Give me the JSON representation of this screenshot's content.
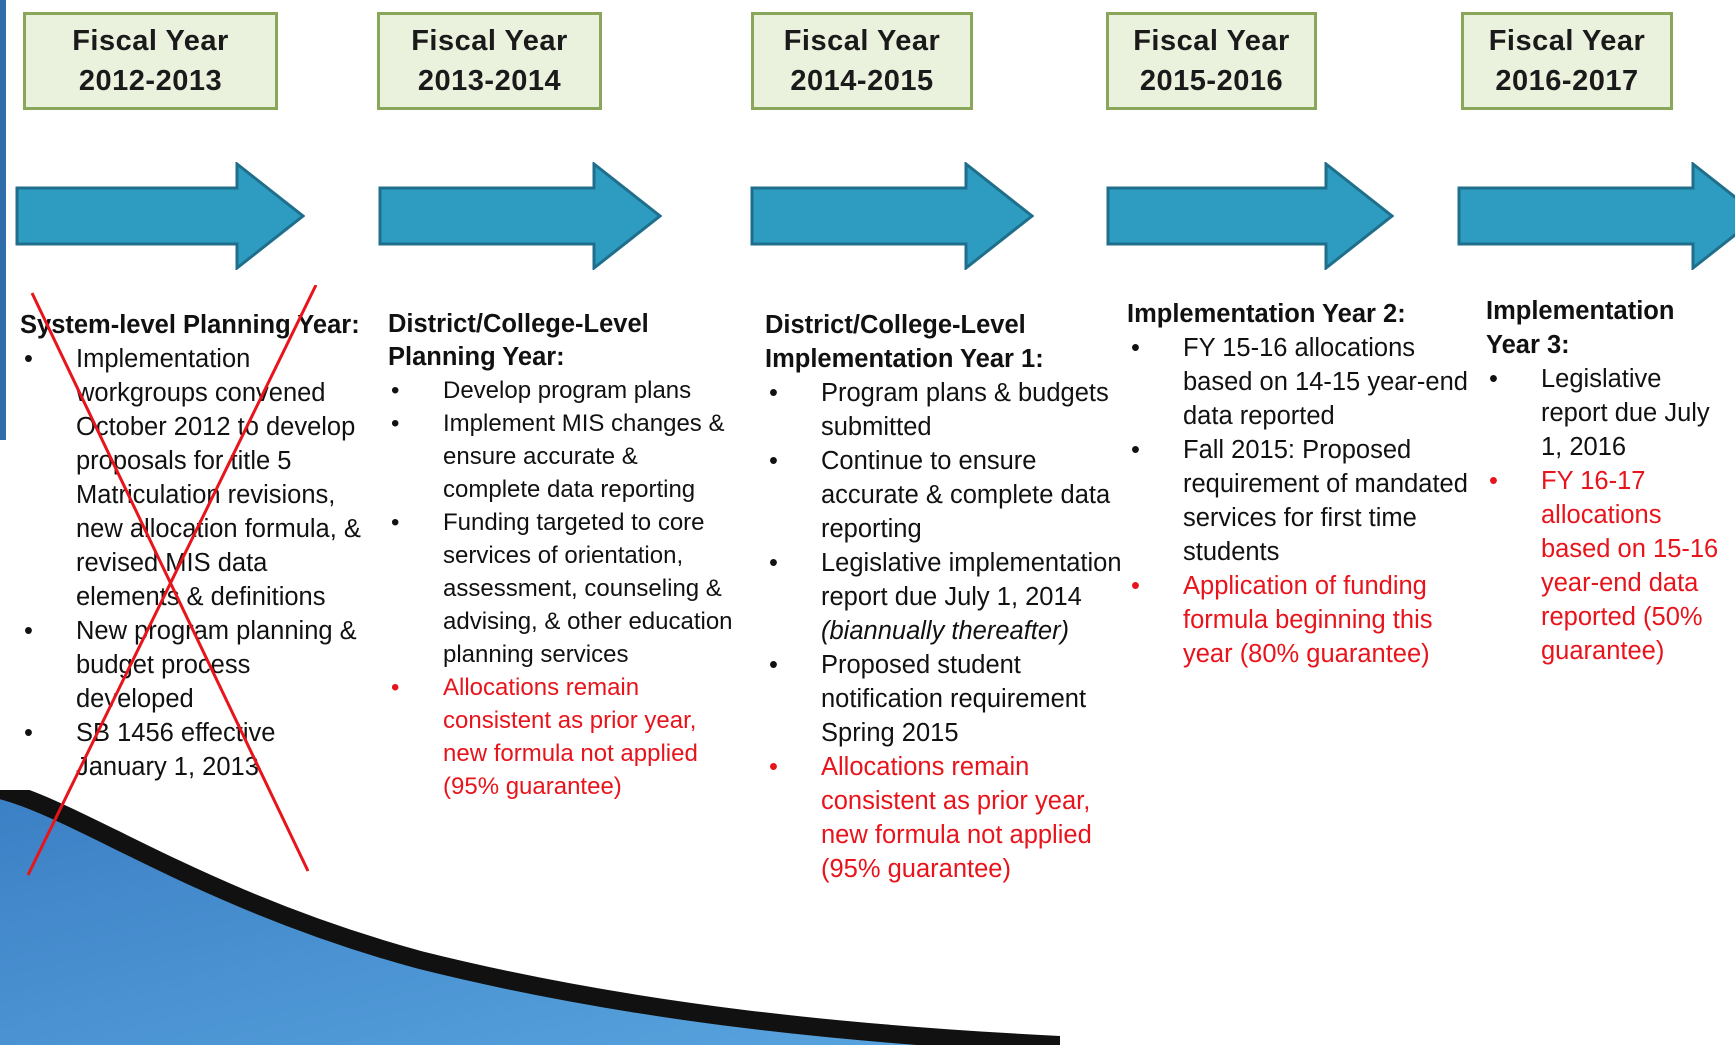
{
  "fiscal_years": [
    {
      "line1": "Fiscal Year",
      "line2": "2012-2013"
    },
    {
      "line1": "Fiscal Year",
      "line2": "2013-2014"
    },
    {
      "line1": "Fiscal Year",
      "line2": "2014-2015"
    },
    {
      "line1": "Fiscal Year",
      "line2": "2015-2016"
    },
    {
      "line1": "Fiscal Year",
      "line2": "2016-2017"
    }
  ],
  "columns": [
    {
      "heading": "System-level Planning Year:",
      "crossed_out": true,
      "items": [
        {
          "text": "Implementation workgroups convened October 2012 to develop proposals for title 5 Matriculation revisions, new allocation formula, & revised MIS data elements & definitions",
          "red": false
        },
        {
          "text": "New program planning & budget process developed",
          "red": false
        },
        {
          "text": "SB 1456 effective January 1, 2013",
          "red": false
        }
      ]
    },
    {
      "heading": "District/College-Level Planning Year:",
      "items": [
        {
          "text": "Develop program plans",
          "red": false
        },
        {
          "text": "Implement MIS changes & ensure accurate & complete data reporting",
          "red": false
        },
        {
          "text": "Funding targeted to core services of orientation, assessment, counseling & advising, & other education planning services",
          "red": false
        },
        {
          "text": "Allocations remain consistent as prior year, new formula not applied (95% guarantee)",
          "red": true
        }
      ]
    },
    {
      "heading": "District/College-Level Implementation Year 1:",
      "items": [
        {
          "text": "Program plans & budgets submitted",
          "red": false
        },
        {
          "text": "Continue to ensure accurate & complete data reporting",
          "red": false
        },
        {
          "text": "Legislative implementation report due July 1, 2014",
          "note": "(biannually thereafter)",
          "red": false
        },
        {
          "text": "Proposed student notification requirement Spring 2015",
          "red": false
        },
        {
          "text": "Allocations remain consistent as prior year, new formula not applied (95% guarantee)",
          "red": true
        }
      ]
    },
    {
      "heading": "Implementation Year 2:",
      "items": [
        {
          "text": "FY 15-16 allocations based on 14-15 year-end data reported",
          "red": false
        },
        {
          "text": "Fall 2015: Proposed requirement of mandated services for first time students",
          "red": false
        },
        {
          "text": "Application of funding formula beginning this year (80% guarantee)",
          "red": true
        }
      ]
    },
    {
      "heading": "Implementation Year 3:",
      "items": [
        {
          "text": "Legislative report due July 1, 2016",
          "red": false
        },
        {
          "text": "FY 16-17 allocations based on 15-16 year-end data reported (50% guarantee)",
          "red": true
        }
      ]
    }
  ],
  "colors": {
    "box_fill": "#eaf1dd",
    "box_border": "#8aa65a",
    "arrow_fill": "#2e9cc0",
    "arrow_stroke": "#1f6f8c",
    "cross": "#e8141c",
    "red_text": "#e8141c"
  }
}
